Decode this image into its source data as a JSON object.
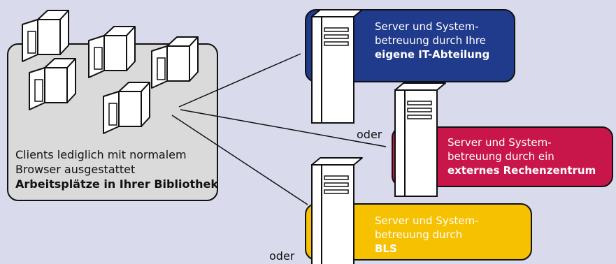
{
  "clients": {
    "line1": "Clients lediglich mit normalem",
    "line2": "Browser ausgestattet",
    "line3": "Arbeitsplätze in Ihrer Bibliothek"
  },
  "option_it": {
    "line1": "Server und System-",
    "line2": "betreuung durch Ihre",
    "line3": "eigene IT-Abteilung",
    "color": "#203a8c"
  },
  "option_external": {
    "line1": "Server und System-",
    "line2": "betreuung durch ein",
    "line3": "externes Rechenzentrum",
    "color": "#c8154a"
  },
  "option_bls": {
    "line1": "Server und System-",
    "line2": "betreuung durch",
    "line3": "BLS",
    "color": "#f6c100"
  },
  "connector_word_1": "oder",
  "connector_word_2": "oder",
  "icons": [
    "monitor-icon",
    "server-tower-icon"
  ]
}
